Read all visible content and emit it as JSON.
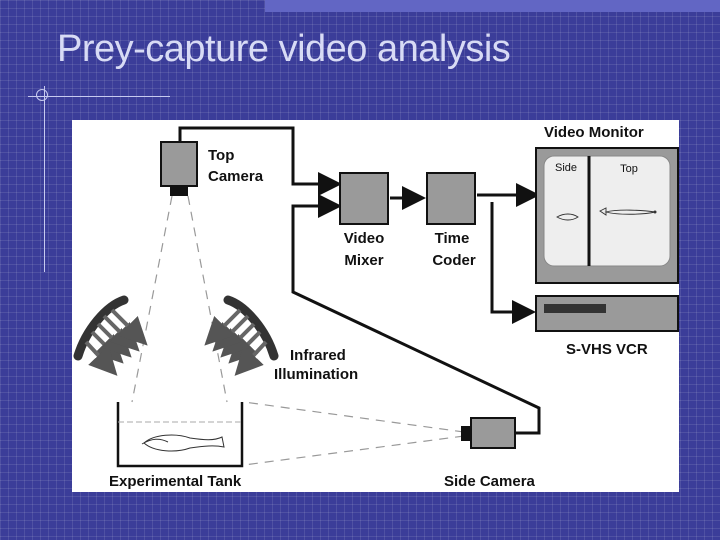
{
  "slide": {
    "title": "Prey-capture video analysis"
  },
  "diagram": {
    "top_camera": {
      "line1": "Top",
      "line2": "Camera"
    },
    "video_mixer": {
      "line1": "Video",
      "line2": "Mixer"
    },
    "time_coder": {
      "line1": "Time",
      "line2": "Coder"
    },
    "video_monitor": {
      "label": "Video Monitor",
      "left_pane": "Side",
      "right_pane": "Top"
    },
    "vcr": {
      "label": "S-VHS VCR"
    },
    "infrared": {
      "line1": "Infrared",
      "line2": "Illumination"
    },
    "tank": {
      "label": "Experimental Tank"
    },
    "side_camera": {
      "label": "Side Camera"
    }
  },
  "colors": {
    "background": "#3b3d99",
    "title": "#d8dbf5",
    "device_gray": "#9a9a9a",
    "monitor_screen": "#eeeeee"
  }
}
